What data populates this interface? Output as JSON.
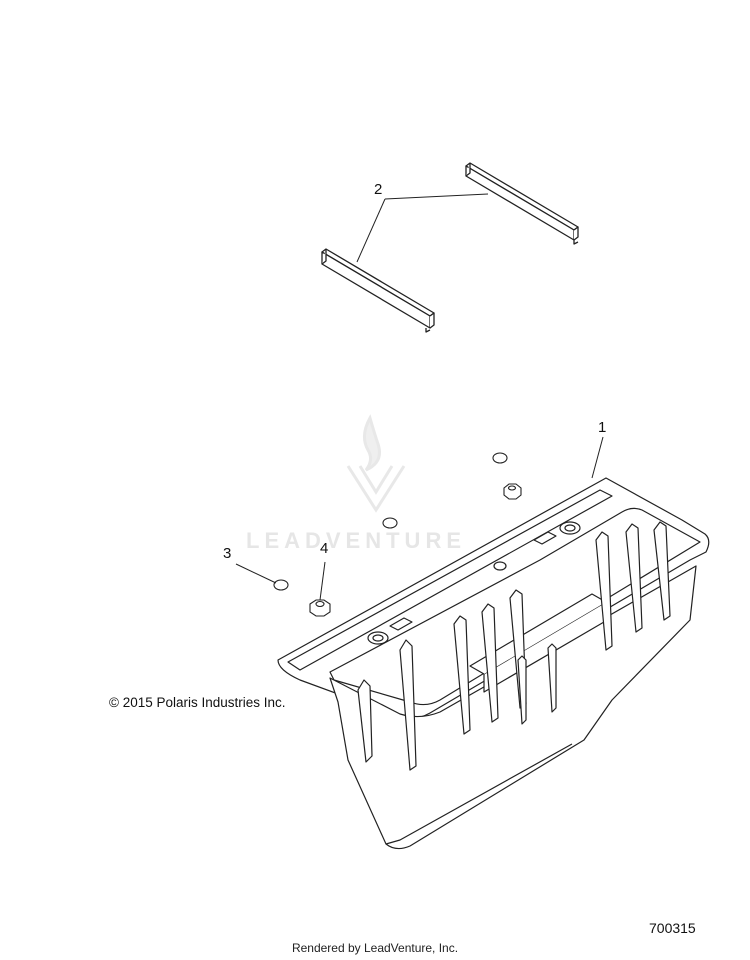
{
  "callouts": [
    {
      "number": "1"
    },
    {
      "number": "2"
    },
    {
      "number": "3"
    },
    {
      "number": "4"
    }
  ],
  "copyright": "© 2015 Polaris Industries Inc.",
  "drawing_number": "700315",
  "rendered_by": "Rendered by LeadVenture, Inc.",
  "watermark": {
    "text": "LEADVENTURE"
  },
  "parts": [
    {
      "callout": "1",
      "icon": "storage-bin"
    },
    {
      "callout": "2",
      "icon": "rail-bracket"
    },
    {
      "callout": "3",
      "icon": "plug-cap"
    },
    {
      "callout": "4",
      "icon": "nut"
    }
  ]
}
